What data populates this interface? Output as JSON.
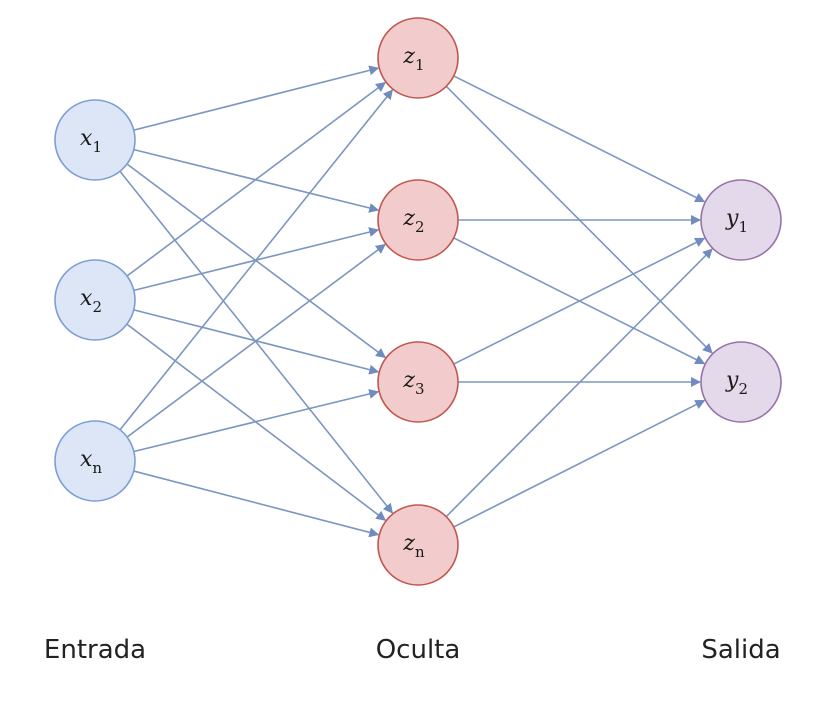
{
  "colors": {
    "edge": "#7b96c0",
    "input_fill": "#dce6f6",
    "input_stroke": "#7d9ed5",
    "hidden_fill": "#f2cccc",
    "hidden_stroke": "#c2574f",
    "output_fill": "#e3d9ea",
    "output_stroke": "#9872ab"
  },
  "layers": [
    {
      "id": "input",
      "label": "Entrada",
      "nodes": [
        {
          "var": "x",
          "sub": "1"
        },
        {
          "var": "x",
          "sub": "2"
        },
        {
          "var": "x",
          "sub": "n"
        }
      ]
    },
    {
      "id": "hidden",
      "label": "Oculta",
      "nodes": [
        {
          "var": "z",
          "sub": "1"
        },
        {
          "var": "z",
          "sub": "2"
        },
        {
          "var": "z",
          "sub": "3"
        },
        {
          "var": "z",
          "sub": "n"
        }
      ]
    },
    {
      "id": "output",
      "label": "Salida",
      "nodes": [
        {
          "var": "y",
          "sub": "1"
        },
        {
          "var": "y",
          "sub": "2"
        }
      ]
    }
  ]
}
